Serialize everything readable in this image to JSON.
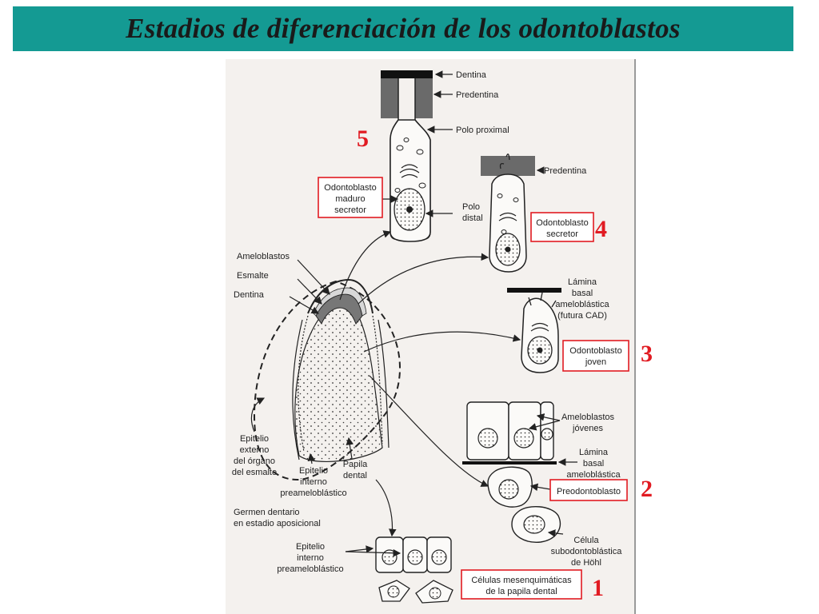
{
  "title": "Estadios de diferenciación de los  odontoblastos",
  "stages": {
    "s1": "1",
    "s2": "2",
    "s3": "3",
    "s4": "4",
    "s5": "5"
  },
  "labels": {
    "dentina_top": "Dentina",
    "predentina_top": "Predentina",
    "polo_proximal": "Polo proximal",
    "odontoblasto_maduro": [
      "Odontoblasto",
      "maduro",
      "secretor"
    ],
    "polo_distal": [
      "Polo",
      "distal"
    ],
    "predentina_4": "Predentina",
    "odontoblasto_secretor": [
      "Odontoblasto",
      "secretor"
    ],
    "lamina_basal_futura": [
      "Lámina",
      "basal",
      "ameloblástica",
      "(futura CAD)"
    ],
    "odontoblasto_joven": [
      "Odontoblasto",
      "joven"
    ],
    "ameloblastos_jovenes": [
      "Ameloblastos",
      "jóvenes"
    ],
    "lamina_basal": [
      "Lámina",
      "basal",
      "ameloblástica"
    ],
    "preodontoblasto": "Preodontoblasto",
    "celula_hohl": [
      "Célula",
      "subodontoblástica",
      "de Höhl"
    ],
    "celulas_mesenquimaticas": [
      "Células mesenquimáticas",
      "de la papila dental"
    ],
    "epitelio_interno_bottom": [
      "Epitelio",
      "interno",
      "preameloblástico"
    ],
    "ameloblastos": "Ameloblastos",
    "esmalte": "Esmalte",
    "dentina_left": "Dentina",
    "epitelio_externo": [
      "Epitelio",
      "externo",
      "del órgano",
      "del esmalte"
    ],
    "epitelio_interno_mid": [
      "Epitelio",
      "interno",
      "preameloblástico"
    ],
    "papila_dental": [
      "Papila",
      "dental"
    ],
    "germen": [
      "Germen dentario",
      "en estadio aposicional"
    ]
  },
  "colors": {
    "teal": "#149a93",
    "red": "#e11b22"
  }
}
